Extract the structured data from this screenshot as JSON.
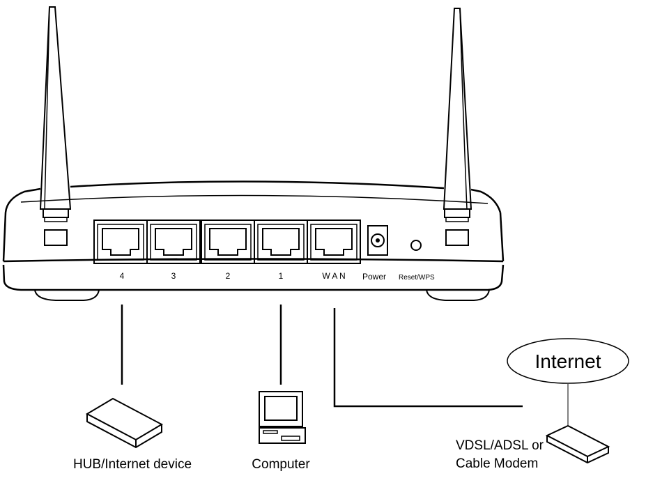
{
  "router": {
    "ports": [
      "4",
      "3",
      "2",
      "1"
    ],
    "wan_label": "W A N",
    "power_label": "Power",
    "reset_label": "Reset/WPS"
  },
  "devices": {
    "hub_label": "HUB/Internet device",
    "computer_label": "Computer",
    "modem_label_line1": "VDSL/ADSL or",
    "modem_label_line2": "Cable Modem",
    "internet_label": "Internet"
  }
}
